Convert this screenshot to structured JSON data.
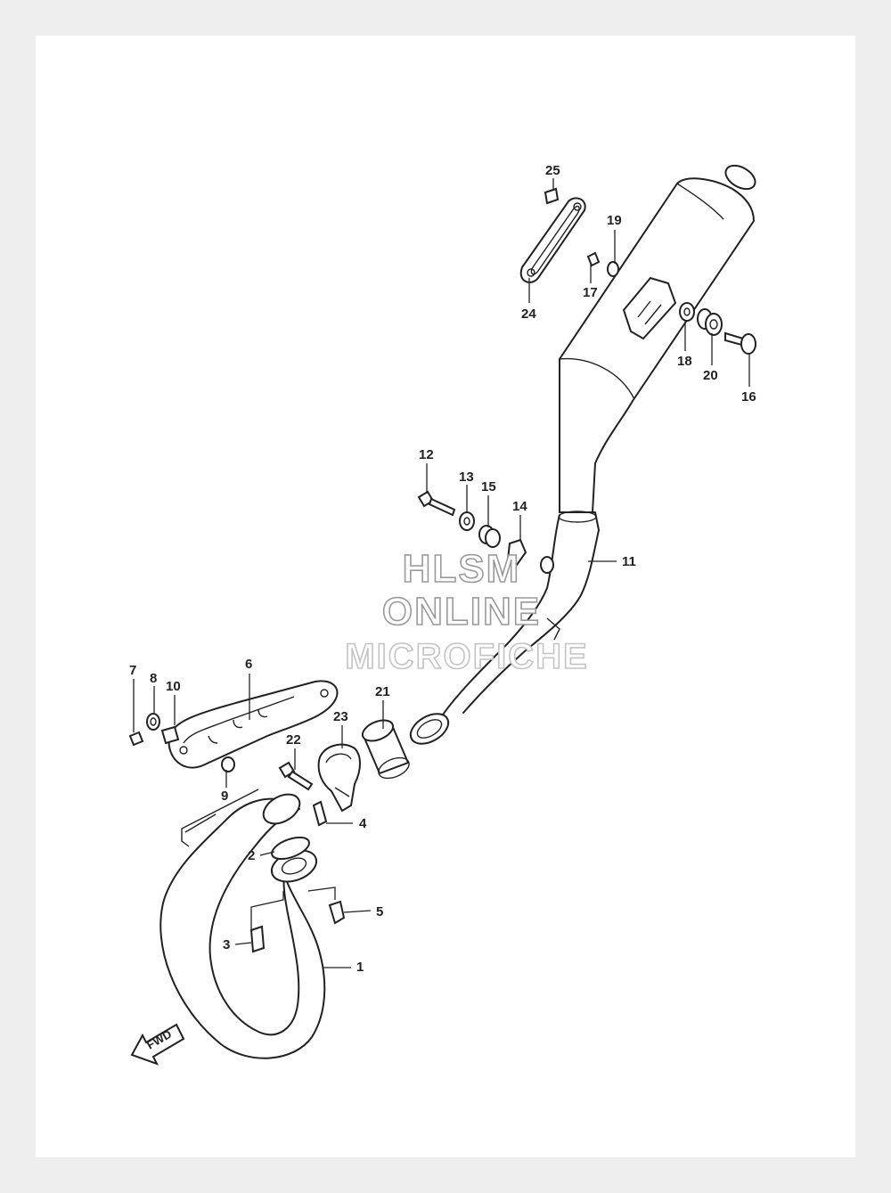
{
  "watermark": {
    "line1": "HLSM",
    "line2": "ONLINE",
    "line3": "MICROFICHE"
  },
  "direction_marker": {
    "label": "FWD",
    "icon": "forward-arrow-icon"
  },
  "callouts": [
    {
      "id": "c1",
      "label": "1"
    },
    {
      "id": "c2",
      "label": "2"
    },
    {
      "id": "c3",
      "label": "3"
    },
    {
      "id": "c4",
      "label": "4"
    },
    {
      "id": "c5",
      "label": "5"
    },
    {
      "id": "c6",
      "label": "6"
    },
    {
      "id": "c7",
      "label": "7"
    },
    {
      "id": "c8",
      "label": "8"
    },
    {
      "id": "c9",
      "label": "9"
    },
    {
      "id": "c10",
      "label": "10"
    },
    {
      "id": "c11",
      "label": "11"
    },
    {
      "id": "c12",
      "label": "12"
    },
    {
      "id": "c13",
      "label": "13"
    },
    {
      "id": "c14",
      "label": "14"
    },
    {
      "id": "c15",
      "label": "15"
    },
    {
      "id": "c16",
      "label": "16"
    },
    {
      "id": "c17",
      "label": "17"
    },
    {
      "id": "c18",
      "label": "18"
    },
    {
      "id": "c19",
      "label": "19"
    },
    {
      "id": "c20",
      "label": "20"
    },
    {
      "id": "c21",
      "label": "21"
    },
    {
      "id": "c22",
      "label": "22"
    },
    {
      "id": "c23",
      "label": "23"
    },
    {
      "id": "c24",
      "label": "24"
    },
    {
      "id": "c25",
      "label": "25"
    }
  ]
}
